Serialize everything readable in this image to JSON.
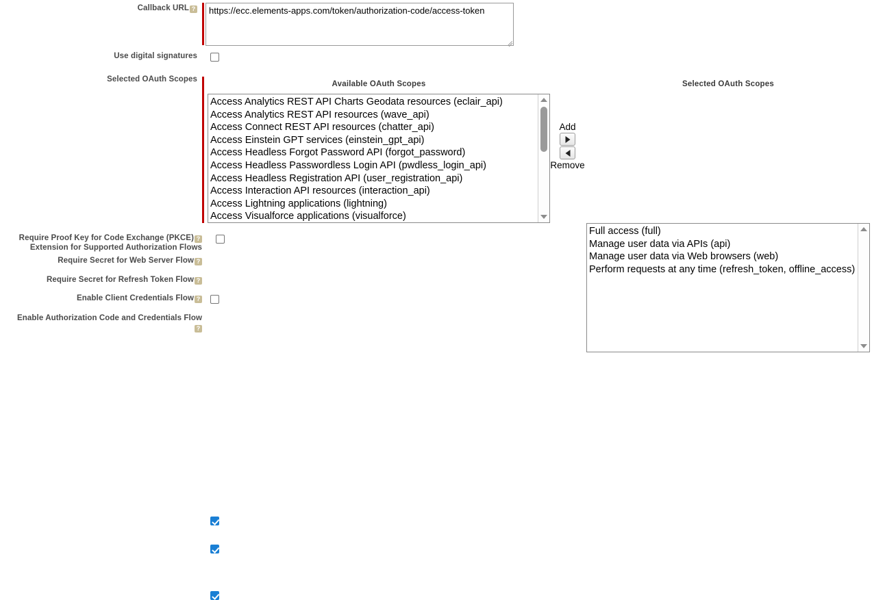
{
  "form": {
    "callback_url": {
      "label": "Callback URL",
      "help_icon": "help-icon",
      "value": "https://ecc.elements-apps.com/token/authorization-code/access-token",
      "required": true
    },
    "use_digital_signatures": {
      "label": "Use digital signatures",
      "checked": false
    },
    "selected_oauth_scopes": {
      "label": "Selected OAuth Scopes",
      "required": true,
      "available_title": "Available OAuth Scopes",
      "selected_title": "Selected OAuth Scopes",
      "add_label": "Add",
      "remove_label": "Remove",
      "available": [
        "Access Analytics REST API Charts Geodata resources (eclair_api)",
        "Access Analytics REST API resources (wave_api)",
        "Access Connect REST API resources (chatter_api)",
        "Access Einstein GPT services (einstein_gpt_api)",
        "Access Headless Forgot Password API (forgot_password)",
        "Access Headless Passwordless Login API (pwdless_login_api)",
        "Access Headless Registration API (user_registration_api)",
        "Access Interaction API resources (interaction_api)",
        "Access Lightning applications (lightning)",
        "Access Visualforce applications (visualforce)"
      ],
      "selected": [
        "Full access (full)",
        "Manage user data via APIs (api)",
        "Manage user data via Web browsers (web)",
        "Perform requests at any time (refresh_token, offline_access)"
      ]
    },
    "flags": [
      {
        "label_line1": "Require Proof Key for Code Exchange (PKCE)",
        "label_line2": "Extension for Supported Authorization Flows",
        "checked": false
      },
      {
        "label_line1": "Require Secret for Web Server Flow",
        "label_line2": "",
        "checked": true
      },
      {
        "label_line1": "Require Secret for Refresh Token Flow",
        "label_line2": "",
        "checked": true
      },
      {
        "label_line1": "Enable Client Credentials Flow",
        "label_line2": "",
        "checked": false
      },
      {
        "label_line1": "Enable Authorization Code and Credentials Flow",
        "label_line2": "",
        "checked": true
      }
    ]
  },
  "icons": {
    "help": "?",
    "scroll_up": "scroll-up-arrow-icon",
    "scroll_down": "scroll-down-arrow-icon",
    "move_right": "arrow-right-icon",
    "move_left": "arrow-left-icon"
  },
  "colors": {
    "required_bar": "#c00000",
    "checkbox_checked": "#1a7fd4",
    "help_icon": "#c9bd97",
    "label_text": "#4a4a4a",
    "border": "#8a8a8a"
  }
}
